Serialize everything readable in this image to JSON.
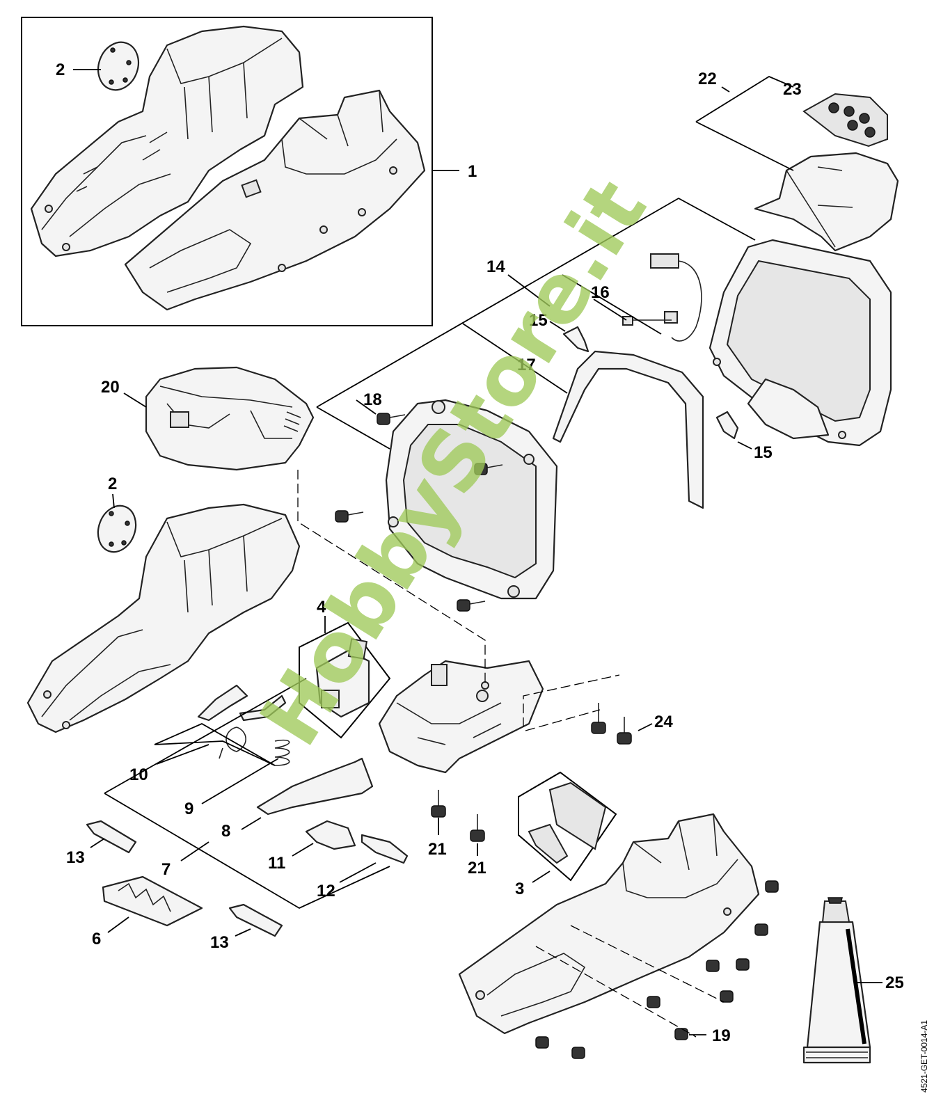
{
  "callouts": {
    "c1": "1",
    "c2a": "2",
    "c2b": "2",
    "c3": "3",
    "c4": "4",
    "c6": "6",
    "c7": "7",
    "c8": "8",
    "c9": "9",
    "c10": "10",
    "c11": "11",
    "c12": "12",
    "c13a": "13",
    "c13b": "13",
    "c14": "14",
    "c15a": "15",
    "c15b": "15",
    "c16": "16",
    "c17": "17",
    "c18": "18",
    "c19": "19",
    "c20": "20",
    "c21a": "21",
    "c21b": "21",
    "c22": "22",
    "c23": "23",
    "c24": "24",
    "c25": "25"
  },
  "drawing_code": "4521-GET-0014-A1",
  "watermark": "HobbyStore.it"
}
